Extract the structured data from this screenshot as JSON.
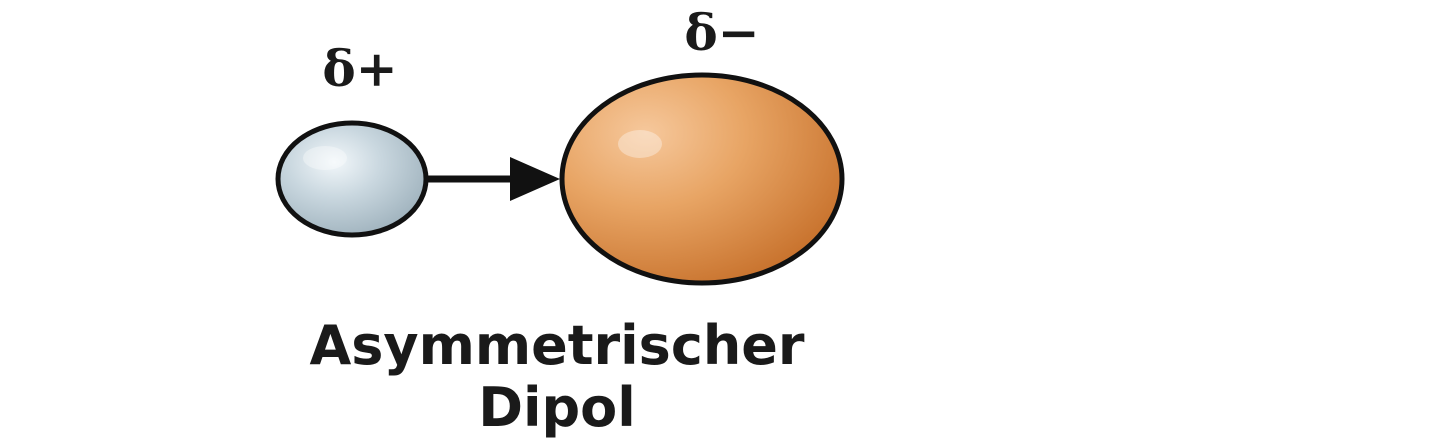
{
  "diagram": {
    "positive_atom": {
      "charge_label": "δ+",
      "color": "#c9d7df"
    },
    "negative_atom": {
      "charge_label": "δ−",
      "color": "#e19a5a"
    },
    "arrow": {
      "color": "#111111"
    },
    "caption": {
      "line1": "Asymmetrischer",
      "line2": "Dipol"
    }
  }
}
